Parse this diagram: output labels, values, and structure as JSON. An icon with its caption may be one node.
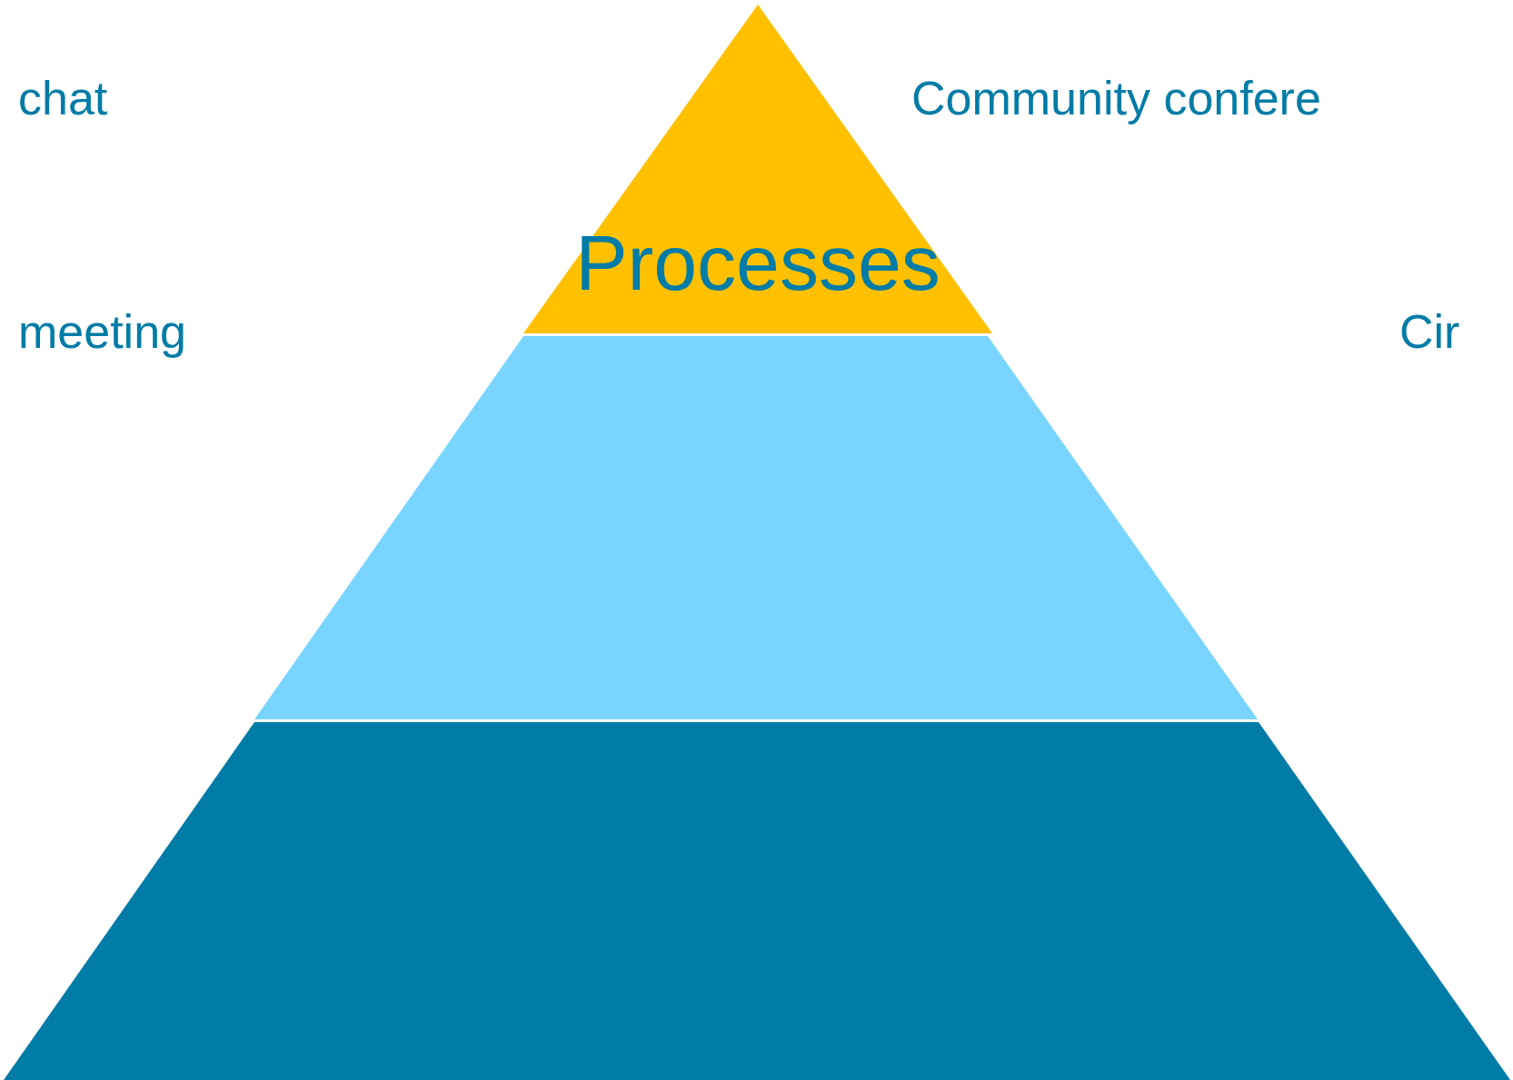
{
  "diagram": {
    "nodes": [
      {
        "text": [
          "Processes"
        ]
      },
      {
        "text": [],
        "shape": "trapezoid"
      },
      {
        "text": [],
        "shape": "trapezoid"
      }
    ],
    "labels": [
      "chat",
      "Community confere",
      "meeting",
      "Cir"
    ]
  }
}
